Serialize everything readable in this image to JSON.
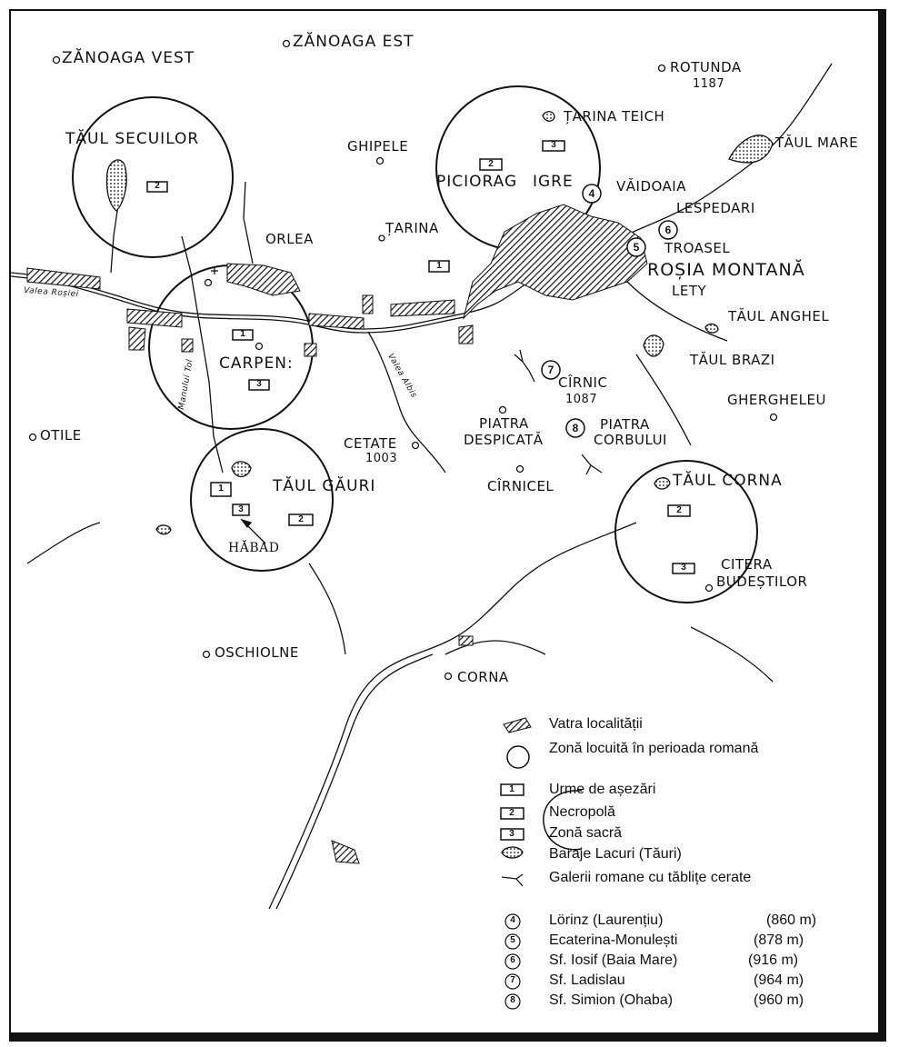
{
  "places": {
    "zanoaga_vest": "ZĂNOAGA VEST",
    "zanoaga_est": "ZĂNOAGA EST",
    "rotunda": "ROTUNDA",
    "rotunda_alt": "1187",
    "tarina_teich": "ȚARINA TEICH",
    "taul_mare": "TĂUL MARE",
    "taul_secuilor": "TĂUL SECUILOR",
    "ghipele": "GHIPELE",
    "piciorag": "PICIORAG",
    "igre": "IGRE",
    "vaidoaia": "VĂIDOAIA",
    "lespedari": "LESPEDARI",
    "orlea": "ORLEA",
    "tarina": "ȚARINA",
    "troasel": "TROASEL",
    "rosia_montana": "ROȘIA MONTANĂ",
    "lety": "LETY",
    "taul_anghel": "TĂUL ANGHEL",
    "taul_brazi": "TĂUL BRAZI",
    "carpeni": "CARPEN:",
    "cirnic": "CÎRNIC",
    "cirnic_alt": "1087",
    "gheraheleu": "GHERGHELEU",
    "otile": "OTILE",
    "cetate": "CETATE",
    "cetate_alt": "1003",
    "piatra_despicata_1": "PIATRA",
    "piatra_despicata_2": "DESPICATĂ",
    "piatra_corbului_1": "PIATRA",
    "piatra_corbului_2": "CORBULUI",
    "taul_gauri": "TĂUL GĂURI",
    "cirnicel": "CÎRNICEL",
    "taul_corna": "TĂUL CORNA",
    "citera_1": "CITERA",
    "citera_2": "BUDEȘTILOR",
    "habad": "HĂBAD",
    "oschiolne": "OSCHIOLNE",
    "corna": "CORNA"
  },
  "streams": {
    "valea_rosiei": "Valea Roșiei",
    "manului_tol": "Manului Tol",
    "valea_albis": "Valea Albis"
  },
  "markers": {
    "one": "1",
    "two": "2",
    "three": "3",
    "four": "4",
    "five": "5",
    "six": "6",
    "seven": "7",
    "eight": "8"
  },
  "legend": {
    "vatra": "Vatra localității",
    "zona_romana": "Zonă locuită în perioada romană",
    "asezari": "Urme de așezări",
    "necropola": "Necropolă",
    "zona_sacra": "Zonă sacră",
    "baraje": "Baraje   Lacuri (Tăuri)",
    "galerii": "Galerii romane cu tăblițe cerate",
    "mines": [
      {
        "num": "4",
        "name": "Lörinz (Laurențiu)",
        "alt": "(860 m)"
      },
      {
        "num": "5",
        "name": "Ecaterina-Monulești",
        "alt": "(878 m)"
      },
      {
        "num": "6",
        "name": "Sf. Iosif (Baia Mare)",
        "alt": "(916 m)"
      },
      {
        "num": "7",
        "name": "Sf. Ladislau",
        "alt": "(964 m)"
      },
      {
        "num": "8",
        "name": "Sf. Simion (Ohaba)",
        "alt": "(960 m)"
      }
    ]
  }
}
